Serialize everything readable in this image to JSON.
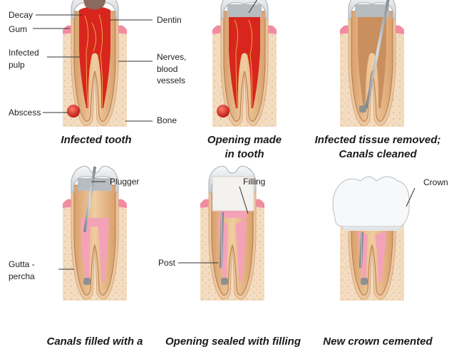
{
  "panels": [
    {
      "id": "infected",
      "caption_lines": [
        "Infected tooth"
      ]
    },
    {
      "id": "opening",
      "caption_lines": [
        "Opening made",
        "in tooth"
      ]
    },
    {
      "id": "removed",
      "caption_lines": [
        "Infected tissue removed;",
        "Canals cleaned"
      ]
    },
    {
      "id": "filled",
      "caption_lines": [
        "Canals filled with a"
      ]
    },
    {
      "id": "sealed",
      "caption_lines": [
        "Opening sealed with filling"
      ]
    },
    {
      "id": "crown",
      "caption_lines": [
        "New crown cemented"
      ]
    }
  ],
  "labels": {
    "decay": "Decay",
    "gum": "Gum",
    "infected_pulp_1": "Infected",
    "infected_pulp_2": "pulp",
    "abscess": "Abscess",
    "dentin": "Dentin",
    "nerves_1": "Nerves,",
    "nerves_2": "blood",
    "nerves_3": "vessels",
    "bone": "Bone",
    "plugger": "Plugger",
    "gutta_1": "Gutta -",
    "gutta_2": "percha",
    "filling": "Filling",
    "post": "Post",
    "crown": "Crown"
  },
  "colors": {
    "bone": "#f3dcc0",
    "gum": "#f28ba0",
    "enamel": "#dfe2e6",
    "dentin": "#e9bc8c",
    "infected": "#d8261f",
    "gutta": "#f4a2b8",
    "metal": "#9da3a8",
    "decay": "#8a6a5e"
  }
}
